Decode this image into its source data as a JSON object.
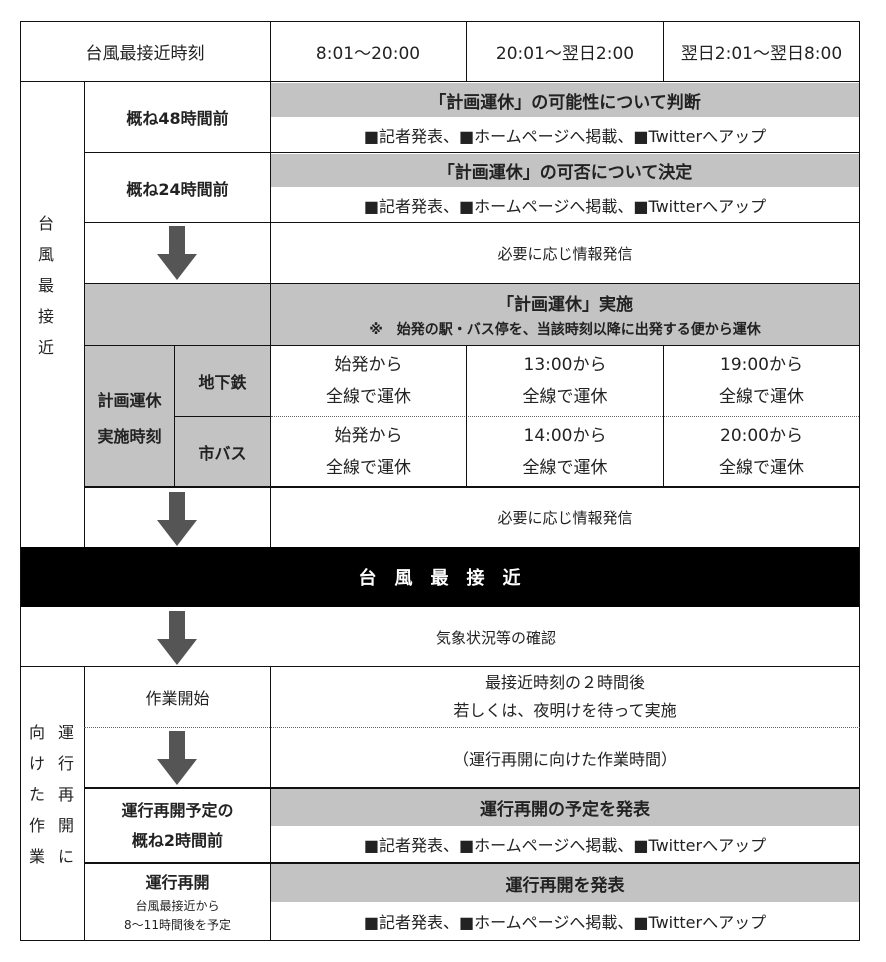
{
  "header": {
    "label": "台風最接近時刻",
    "slot1": "8:01～20:00",
    "slot2": "20:01～翌日2:00",
    "slot3": "翌日2:01～翌日8:00"
  },
  "side_label_top": [
    "台",
    "風",
    "最",
    "接",
    "近"
  ],
  "side_label_bottom_col1": [
    "向",
    "け",
    "た",
    "作",
    "業"
  ],
  "side_label_bottom_col2": [
    "運",
    "行",
    "再",
    "開",
    "に"
  ],
  "row48": {
    "label": "概ね48時間前",
    "title": "「計画運休」の可能性について判断",
    "actions": "■記者発表、■ホームページへ掲載、■Twitterへアップ"
  },
  "row24": {
    "label": "概ね24時間前",
    "title": "「計画運休」の可否について決定",
    "actions": "■記者発表、■ホームページへ掲載、■Twitterへアップ"
  },
  "info1": "必要に応じ情報発信",
  "implementation": {
    "title": "「計画運休」実施",
    "note": "※　始発の駅・バス停を、当該時刻以降に出発する便から運休",
    "group_label_1": "計画運休",
    "group_label_2": "実施時刻",
    "subway": {
      "label": "地下鉄",
      "c1a": "始発から",
      "c1b": "全線で運休",
      "c2a": "13:00から",
      "c2b": "全線で運休",
      "c3a": "19:00から",
      "c3b": "全線で運休"
    },
    "bus": {
      "label": "市バス",
      "c1a": "始発から",
      "c1b": "全線で運休",
      "c2a": "14:00から",
      "c2b": "全線で運休",
      "c3a": "20:00から",
      "c3b": "全線で運休"
    }
  },
  "info2": "必要に応じ情報発信",
  "banner": "台　風　最　接　近",
  "weather_check": "気象状況等の確認",
  "work_start": {
    "label": "作業開始",
    "line1": "最接近時刻の２時間後",
    "line2": "若しくは、夜明けを待って実施"
  },
  "work_time": "（運行再開に向けた作業時間）",
  "resume_plan": {
    "label1": "運行再開予定の",
    "label2": "概ね2時間前",
    "title": "運行再開の予定を発表",
    "actions": "■記者発表、■ホームページへ掲載、■Twitterへアップ"
  },
  "resume": {
    "label": "運行再開",
    "sub1": "台風最接近から",
    "sub2": "8～11時間後を予定",
    "title": "運行再開を発表",
    "actions": "■記者発表、■ホームページへ掲載、■Twitterへアップ"
  },
  "colors": {
    "gray": "#c3c3c3",
    "black": "#000000",
    "arrow": "#555555"
  },
  "icons": [
    "down-arrow-icon"
  ]
}
